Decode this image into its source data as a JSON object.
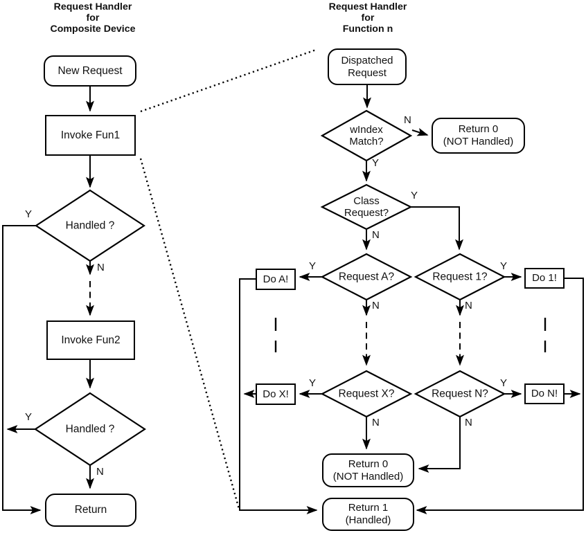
{
  "colors": {
    "line": "#000000",
    "text": "#111111",
    "background": "#ffffff"
  },
  "left_chart": {
    "title": {
      "line1": "Request Handler",
      "line2": "for",
      "line3": "Composite Device"
    },
    "nodes": {
      "new_request": "New Request",
      "invoke_fun1": "Invoke Fun1",
      "handled_1": "Handled ?",
      "invoke_fun2": "Invoke Fun2",
      "handled_2": "Handled ?",
      "return": "Return"
    },
    "edge_labels": {
      "handled1_yes": "Y",
      "handled1_no": "N",
      "handled2_yes": "Y",
      "handled2_no": "N"
    }
  },
  "right_chart": {
    "title": {
      "line1": "Request Handler",
      "line2": "for",
      "line3": "Function n"
    },
    "nodes": {
      "dispatched_request": {
        "line1": "Dispatched",
        "line2": "Request"
      },
      "windex_match": {
        "line1": "wIndex",
        "line2": "Match?"
      },
      "return_0_top": {
        "line1": "Return 0",
        "line2": "(NOT Handled)"
      },
      "class_request": {
        "line1": "Class",
        "line2": "Request?"
      },
      "request_a": "Request A?",
      "request_1": "Request 1?",
      "do_a": "Do A!",
      "do_1": "Do 1!",
      "request_x": "Request X?",
      "request_n": "Request N?",
      "do_x": "Do X!",
      "do_n": "Do N!",
      "return_0_bottom": {
        "line1": "Return 0",
        "line2": "(NOT Handled)"
      },
      "return_1": {
        "line1": "Return 1",
        "line2": "(Handled)"
      }
    },
    "edge_labels": {
      "windex_no": "N",
      "windex_yes": "Y",
      "class_yes": "Y",
      "class_no": "N",
      "request_a_yes": "Y",
      "request_a_no": "N",
      "request_1_yes": "Y",
      "request_1_no": "N",
      "request_x_yes": "Y",
      "request_x_no": "N",
      "request_n_yes": "Y",
      "request_n_no": "N"
    }
  }
}
